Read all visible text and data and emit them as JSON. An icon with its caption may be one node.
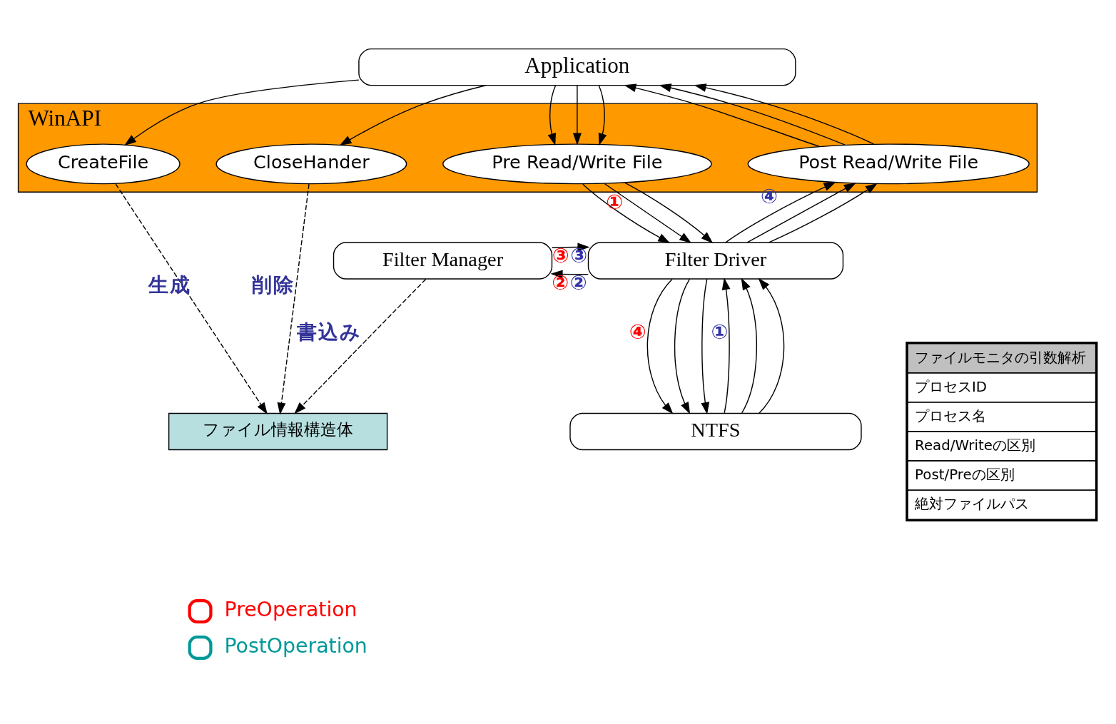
{
  "diagram": {
    "nodes": [
      {
        "text": [
          "Application"
        ]
      },
      {
        "text": [
          "WinAPI"
        ]
      },
      {
        "text": [
          "CreateFile"
        ],
        "in": 1
      },
      {
        "text": [
          "Pre Read/Write File"
        ],
        "in": 1
      },
      {
        "text": [
          "Post Read/Write File"
        ],
        "in": 1
      },
      {
        "text": [
          "CloseHander"
        ],
        "in": 1
      },
      {
        "text": [
          "Filter Driver"
        ]
      },
      {
        "text": [
          "Filter Manager"
        ]
      },
      {
        "text": [
          "NTFS"
        ]
      },
      {
        "text": [
          "ファイル情報構造体"
        ]
      },
      {
        "text": [
          "ファイルモニタの引数解析",
          "プロセスID",
          "プロセス名",
          "Read/Writeの区別",
          "Post/Preの区別",
          "絶対ファイルパス"
        ]
      }
    ],
    "edges": [
      {
        "from": 0,
        "to": 2,
        "arrow": "to"
      },
      {
        "from": 0,
        "to": 3,
        "arrow": "to"
      },
      {
        "from": 0,
        "to": 3,
        "arrow": "to"
      },
      {
        "from": 0,
        "to": 3,
        "arrow": "to"
      },
      {
        "from": 4,
        "to": 0,
        "arrow": "to"
      },
      {
        "from": 4,
        "to": 0,
        "arrow": "to"
      },
      {
        "from": 4,
        "to": 0,
        "arrow": "to"
      },
      {
        "from": 0,
        "to": 5,
        "arrow": "to"
      },
      {
        "from": 3,
        "to": 6,
        "arrow": "to",
        "label": "①"
      },
      {
        "from": 3,
        "to": 6,
        "arrow": "to"
      },
      {
        "from": 3,
        "to": 6,
        "arrow": "to"
      },
      {
        "from": 6,
        "to": 4,
        "arrow": "to",
        "label": "④"
      },
      {
        "from": 6,
        "to": 4,
        "arrow": "to"
      },
      {
        "from": 6,
        "to": 4,
        "arrow": "to"
      },
      {
        "from": 6,
        "to": 7,
        "arrow": "to",
        "label": "②②"
      },
      {
        "from": 7,
        "to": 6,
        "arrow": "to",
        "label": "③③"
      },
      {
        "from": 6,
        "to": 8,
        "arrow": "to",
        "label": "④"
      },
      {
        "from": 6,
        "to": 8,
        "arrow": "to"
      },
      {
        "from": 6,
        "to": 8,
        "arrow": "to"
      },
      {
        "from": 8,
        "to": 6,
        "arrow": "to",
        "label": "①"
      },
      {
        "from": 8,
        "to": 6,
        "arrow": "to"
      },
      {
        "from": 8,
        "to": 6,
        "arrow": "to"
      },
      {
        "from": 7,
        "to": 9,
        "arrow": "to",
        "style": "dashed",
        "label": "書込み"
      },
      {
        "from": 2,
        "to": 9,
        "arrow": "to",
        "style": "dashed",
        "label": "生成"
      },
      {
        "from": 5,
        "to": 9,
        "arrow": "to",
        "style": "dashed",
        "label": "削除"
      }
    ],
    "legend": [
      {
        "text": "PreOperation",
        "color": "#ff0000"
      },
      {
        "text": "PostOperation",
        "color": "#009999"
      }
    ]
  }
}
